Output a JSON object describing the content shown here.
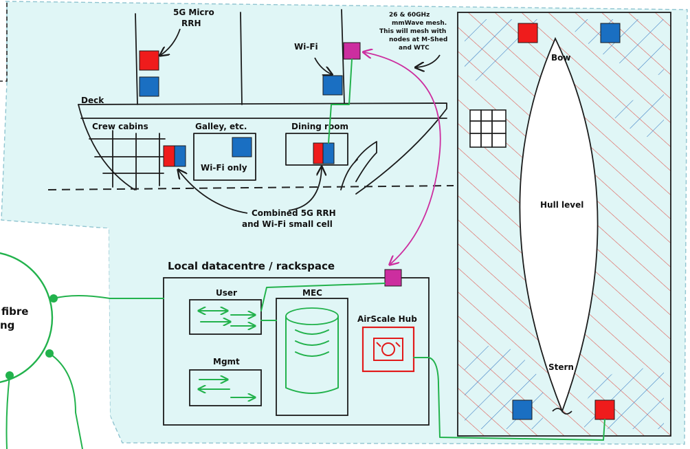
{
  "colors": {
    "panel_fill": "#e0f6f6",
    "panel_border": "#8fc4d0",
    "rrh_red": "#ef1c1c",
    "wifi_blue": "#1a6fc2",
    "mmwave_magenta": "#cc2e9f",
    "fibre_green": "#22b24c",
    "hatch_red": "#e0564f",
    "hatch_blue": "#3f80c4",
    "airscale_red": "#e21a1a"
  },
  "labels": {
    "micro_rrh": [
      "5G Micro",
      "RRH"
    ],
    "mmwave_note": [
      "26 & 60GHz",
      "mmWave mesh.",
      "This will mesh with",
      "nodes at M-Shed",
      "and WTC"
    ],
    "wifi": "Wi-Fi",
    "deck": "Deck",
    "crew_cabins": "Crew cabins",
    "galley": "Galley, etc.",
    "wifi_only": "Wi-Fi only",
    "dining_room": "Dining room",
    "combined": [
      "Combined 5G RRH",
      "and Wi-Fi small cell"
    ],
    "bow": "Bow",
    "hull_level": "Hull level",
    "stern": "Stern",
    "datacentre": "Local datacentre / rackspace",
    "user": "User",
    "mgmt": "Mgmt",
    "mec": "MEC",
    "airscale_hub": "AirScale Hub",
    "fibre_ring": [
      "fibre",
      "ng"
    ]
  }
}
